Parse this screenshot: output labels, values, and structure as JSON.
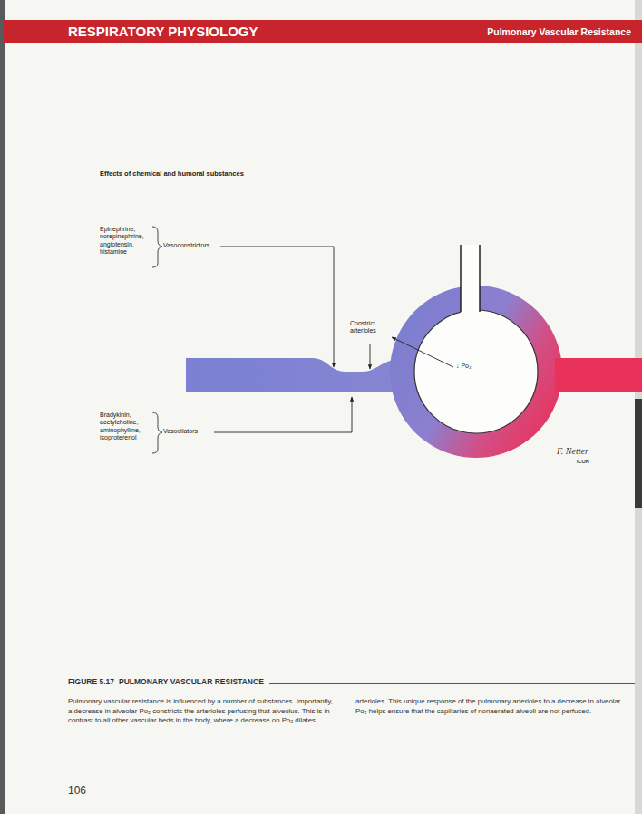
{
  "diagram": {
    "title": "Effects of chemical and humoral substances",
    "caption": "Pulmonary vascular resistance is influenced by a number of substances. Importantly, a decrease in alveolar Po₂ constricts the arterioles perfusing that alveolus. This is in contrast to all other vascular beds in the body, where a decrease on Po₂ dilates arterioles. This unique response of the pulmonary arterioles to a decrease in alveolar Po₂ helps ensure that the capillaries of nonaerated alveoli are not perfused.",
    "labels": [
      "RESPIRATORY PHYSIOLOGY",
      "Pulmonary Vascular Resistance",
      "Epinephrine, norepinephrine, angiotensin, histamine",
      "Vasoconstrictors",
      "Constrict arterioles",
      "↓ Po₂",
      "Bradykinin, acetylcholine, aminophylline, isoproterenol",
      "Vasodilators",
      "F. Netter",
      "ICON",
      "FIGURE 5.17",
      "PULMONARY VASCULAR RESISTANCE",
      "106"
    ]
  }
}
